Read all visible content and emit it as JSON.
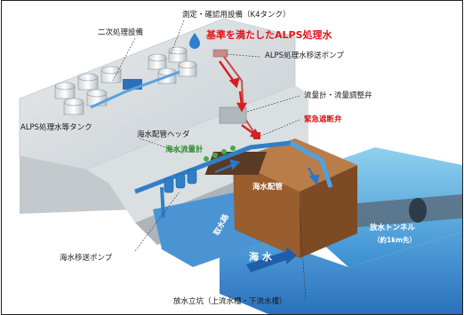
{
  "labels": {
    "secondary_treatment": "二次処理設備",
    "measurement_tank": "測定・確認用設備（K4タンク）",
    "headline": "基準を満たしたALPS処理水",
    "alps_pump": "ALPS処理水移送ポンプ",
    "alps_tanks": "ALPS処理水等タンク",
    "flow_meter": "流量計・流量調整弁",
    "emergency_valve": "緊急遮断弁",
    "seawater_header": "海水配管ヘッダ",
    "seawater_flowmeter": "海水流量計",
    "seawater_pipe": "海水配管",
    "intake": "取水路",
    "seawater": "海 水",
    "tunnel": "放水トンネル",
    "tunnel_length": "（約1km先）",
    "seawater_pump": "海水移送ポンプ",
    "shaft": "放水立坑（上流水槽・下流水槽）"
  },
  "colors": {
    "ground": "#d7dcdf",
    "ground_shade": "#b9c0c5",
    "sea_top": "#7fc3e6",
    "sea_front": "#3d8ed0",
    "concrete": "#a86a3c",
    "pipe_blue": "#2f7fc8",
    "arrow_red": "#d42020",
    "label_red": "#e0151c",
    "label_green": "#2e8b2e"
  }
}
